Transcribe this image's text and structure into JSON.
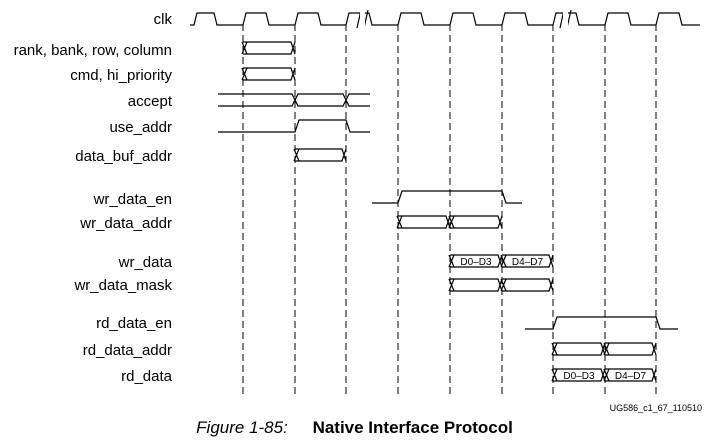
{
  "signals": [
    {
      "id": "clk",
      "label": "clk"
    },
    {
      "id": "addr",
      "label": "rank, bank, row, column"
    },
    {
      "id": "cmd",
      "label": "cmd, hi_priority"
    },
    {
      "id": "accept",
      "label": "accept"
    },
    {
      "id": "use_addr",
      "label": "use_addr"
    },
    {
      "id": "data_buf_addr",
      "label": "data_buf_addr"
    },
    {
      "id": "wr_data_en",
      "label": "wr_data_en"
    },
    {
      "id": "wr_data_addr",
      "label": "wr_data_addr"
    },
    {
      "id": "wr_data",
      "label": "wr_data"
    },
    {
      "id": "wr_data_mask",
      "label": "wr_data_mask"
    },
    {
      "id": "rd_data_en",
      "label": "rd_data_en"
    },
    {
      "id": "rd_data_addr",
      "label": "rd_data_addr"
    },
    {
      "id": "rd_data",
      "label": "rd_data"
    }
  ],
  "bus_values": {
    "wr_data": [
      "D0–D3",
      "D4–D7"
    ],
    "rd_data": [
      "D0–D3",
      "D4–D7"
    ]
  },
  "part_id": "UG586_c1_67_110510",
  "caption": {
    "number": "Figure 1-85:",
    "title": "Native Interface Protocol"
  }
}
